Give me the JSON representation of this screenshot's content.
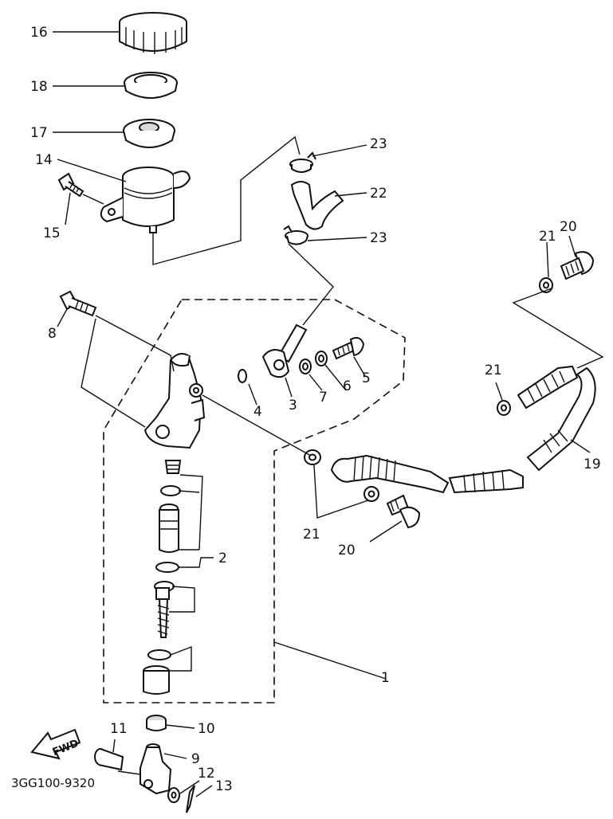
{
  "diagram": {
    "part_code": "3GG100-9320",
    "fwd_label": "FWD",
    "callouts": {
      "c1": "1",
      "c2": "2",
      "c3": "3",
      "c4": "4",
      "c5": "5",
      "c6": "6",
      "c7": "7",
      "c8": "8",
      "c9": "9",
      "c10": "10",
      "c11": "11",
      "c12": "12",
      "c13": "13",
      "c14": "14",
      "c15": "15",
      "c16": "16",
      "c17": "17",
      "c18": "18",
      "c19": "19",
      "c20": "20",
      "c21": "21",
      "c22": "22",
      "c23": "23"
    }
  }
}
